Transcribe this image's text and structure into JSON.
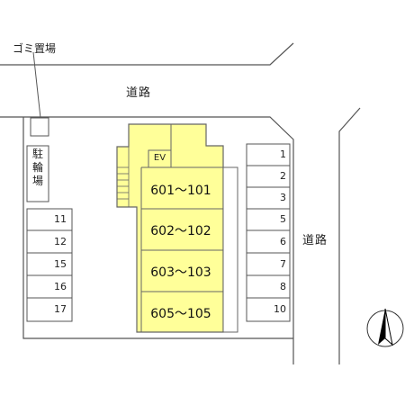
{
  "labels": {
    "garbage": "ゴミ置場",
    "road_top": "道路",
    "road_right": "道路",
    "bike_parking": "駐輪場",
    "elevator": "EV"
  },
  "units": [
    "601～101",
    "602～102",
    "603～103",
    "605～105"
  ],
  "parking_left": [
    "11",
    "12",
    "15",
    "16",
    "17"
  ],
  "parking_right": [
    "1",
    "2",
    "3",
    "5",
    "6",
    "7",
    "8",
    "10"
  ],
  "colors": {
    "building": "#ffff99",
    "line": "#555555"
  },
  "icons": {
    "north": "north-arrow-icon"
  }
}
